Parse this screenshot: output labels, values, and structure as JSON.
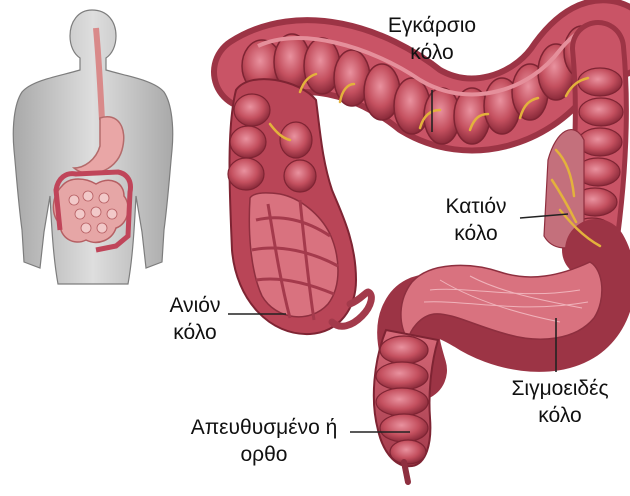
{
  "labels": {
    "transverse": {
      "line1": "Εγκάρσιο",
      "line2": "κόλο"
    },
    "descending": {
      "line1": "Κατιόν",
      "line2": "κόλο"
    },
    "ascending": {
      "line1": "Ανιόν",
      "line2": "κόλο"
    },
    "sigmoid": {
      "line1": "Σιγμοειδές",
      "line2": "κόλο"
    },
    "rectum": {
      "line1": "Απευθυσμένο ή",
      "line2": "ορθο"
    }
  },
  "colors": {
    "colon": "#c8566a",
    "colon_dark": "#8e2f3f",
    "colon_light": "#e58f9b",
    "vessel": "#e3b23c",
    "body": "#c9c9c9",
    "body_dark": "#8f8f8f"
  }
}
